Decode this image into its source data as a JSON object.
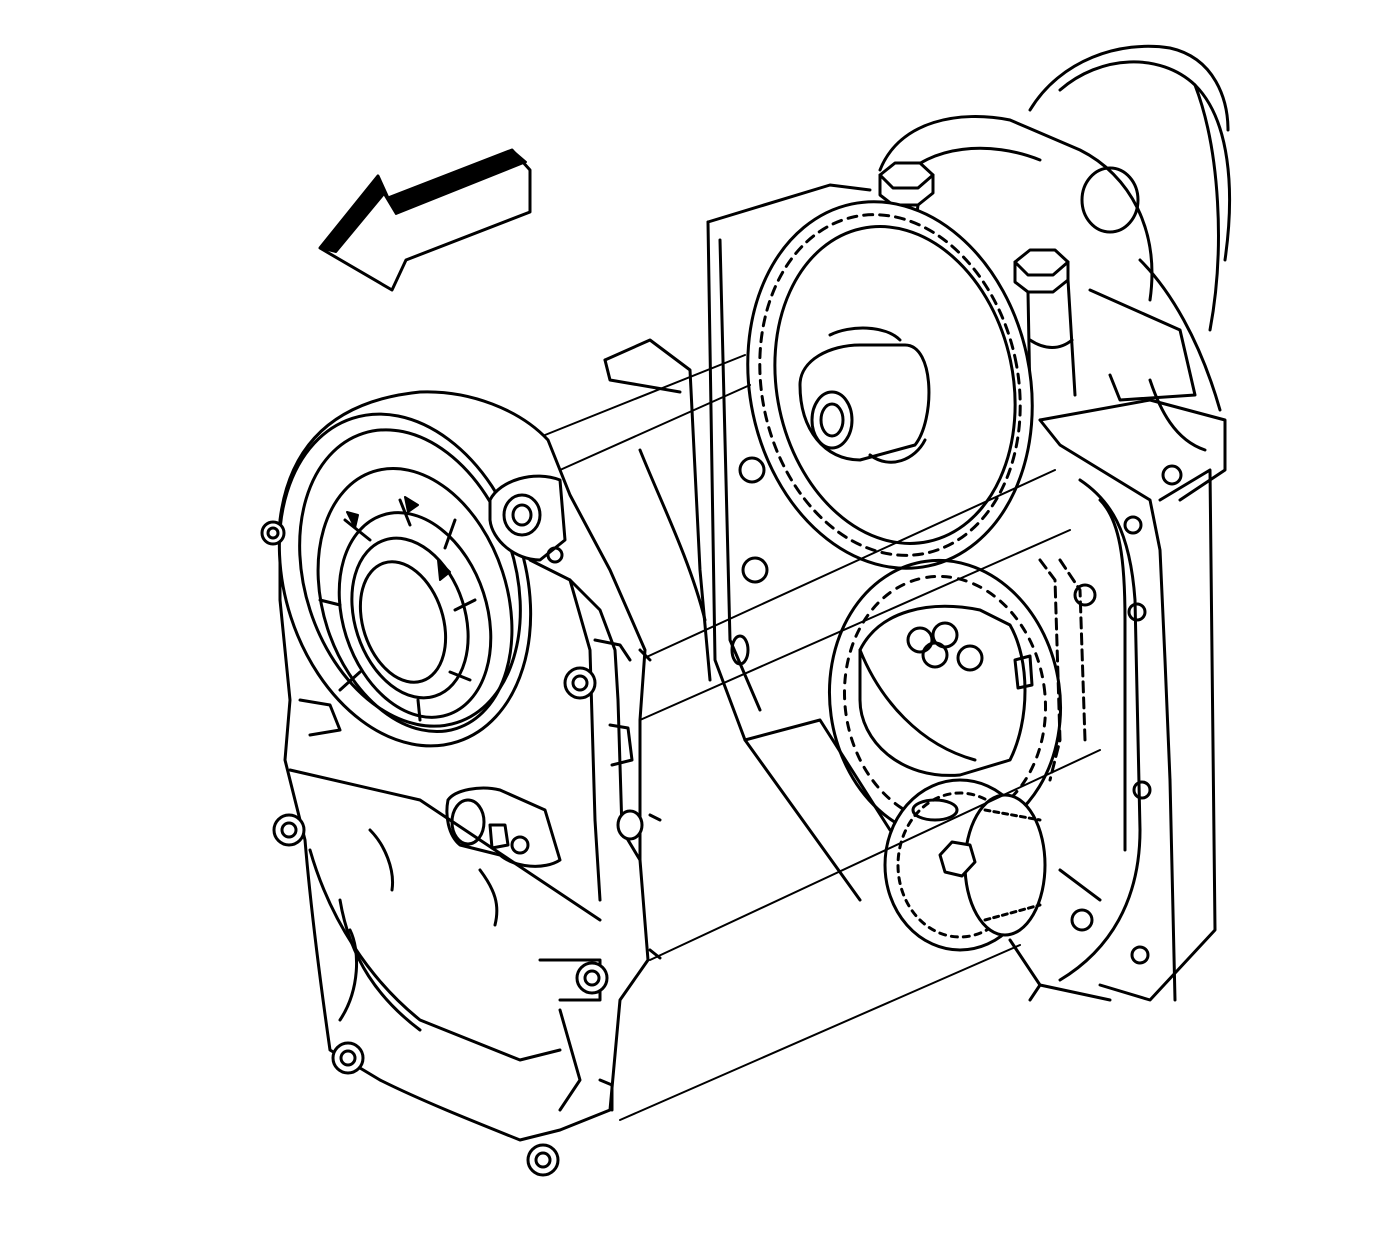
{
  "diagram": {
    "colors": {
      "ink": "#000000",
      "paper": "#ffffff"
    },
    "icons": [
      "direction-arrow-icon"
    ],
    "components": [
      "engine-block",
      "camshaft-sprocket",
      "crankshaft-sprocket",
      "timing-chain",
      "front-cover",
      "front-cover-bolts",
      "alignment-leader-lines"
    ]
  }
}
